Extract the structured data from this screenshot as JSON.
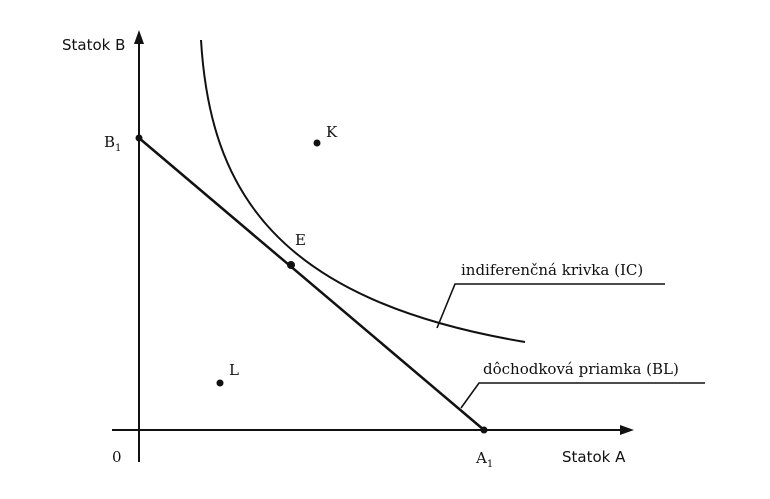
{
  "axes": {
    "y_label": "Statok B",
    "x_label": "Statok A",
    "origin_label": "0"
  },
  "points": {
    "b1": {
      "base": "B",
      "sub": "1"
    },
    "a1": {
      "base": "A",
      "sub": "1"
    },
    "e": "E",
    "k": "K",
    "l": "L"
  },
  "callouts": {
    "ic": "indiferenčná krivka (IC)",
    "bl": "dôchodková priamka (BL)"
  },
  "colors": {
    "ink": "#111111",
    "background": "#ffffff"
  }
}
